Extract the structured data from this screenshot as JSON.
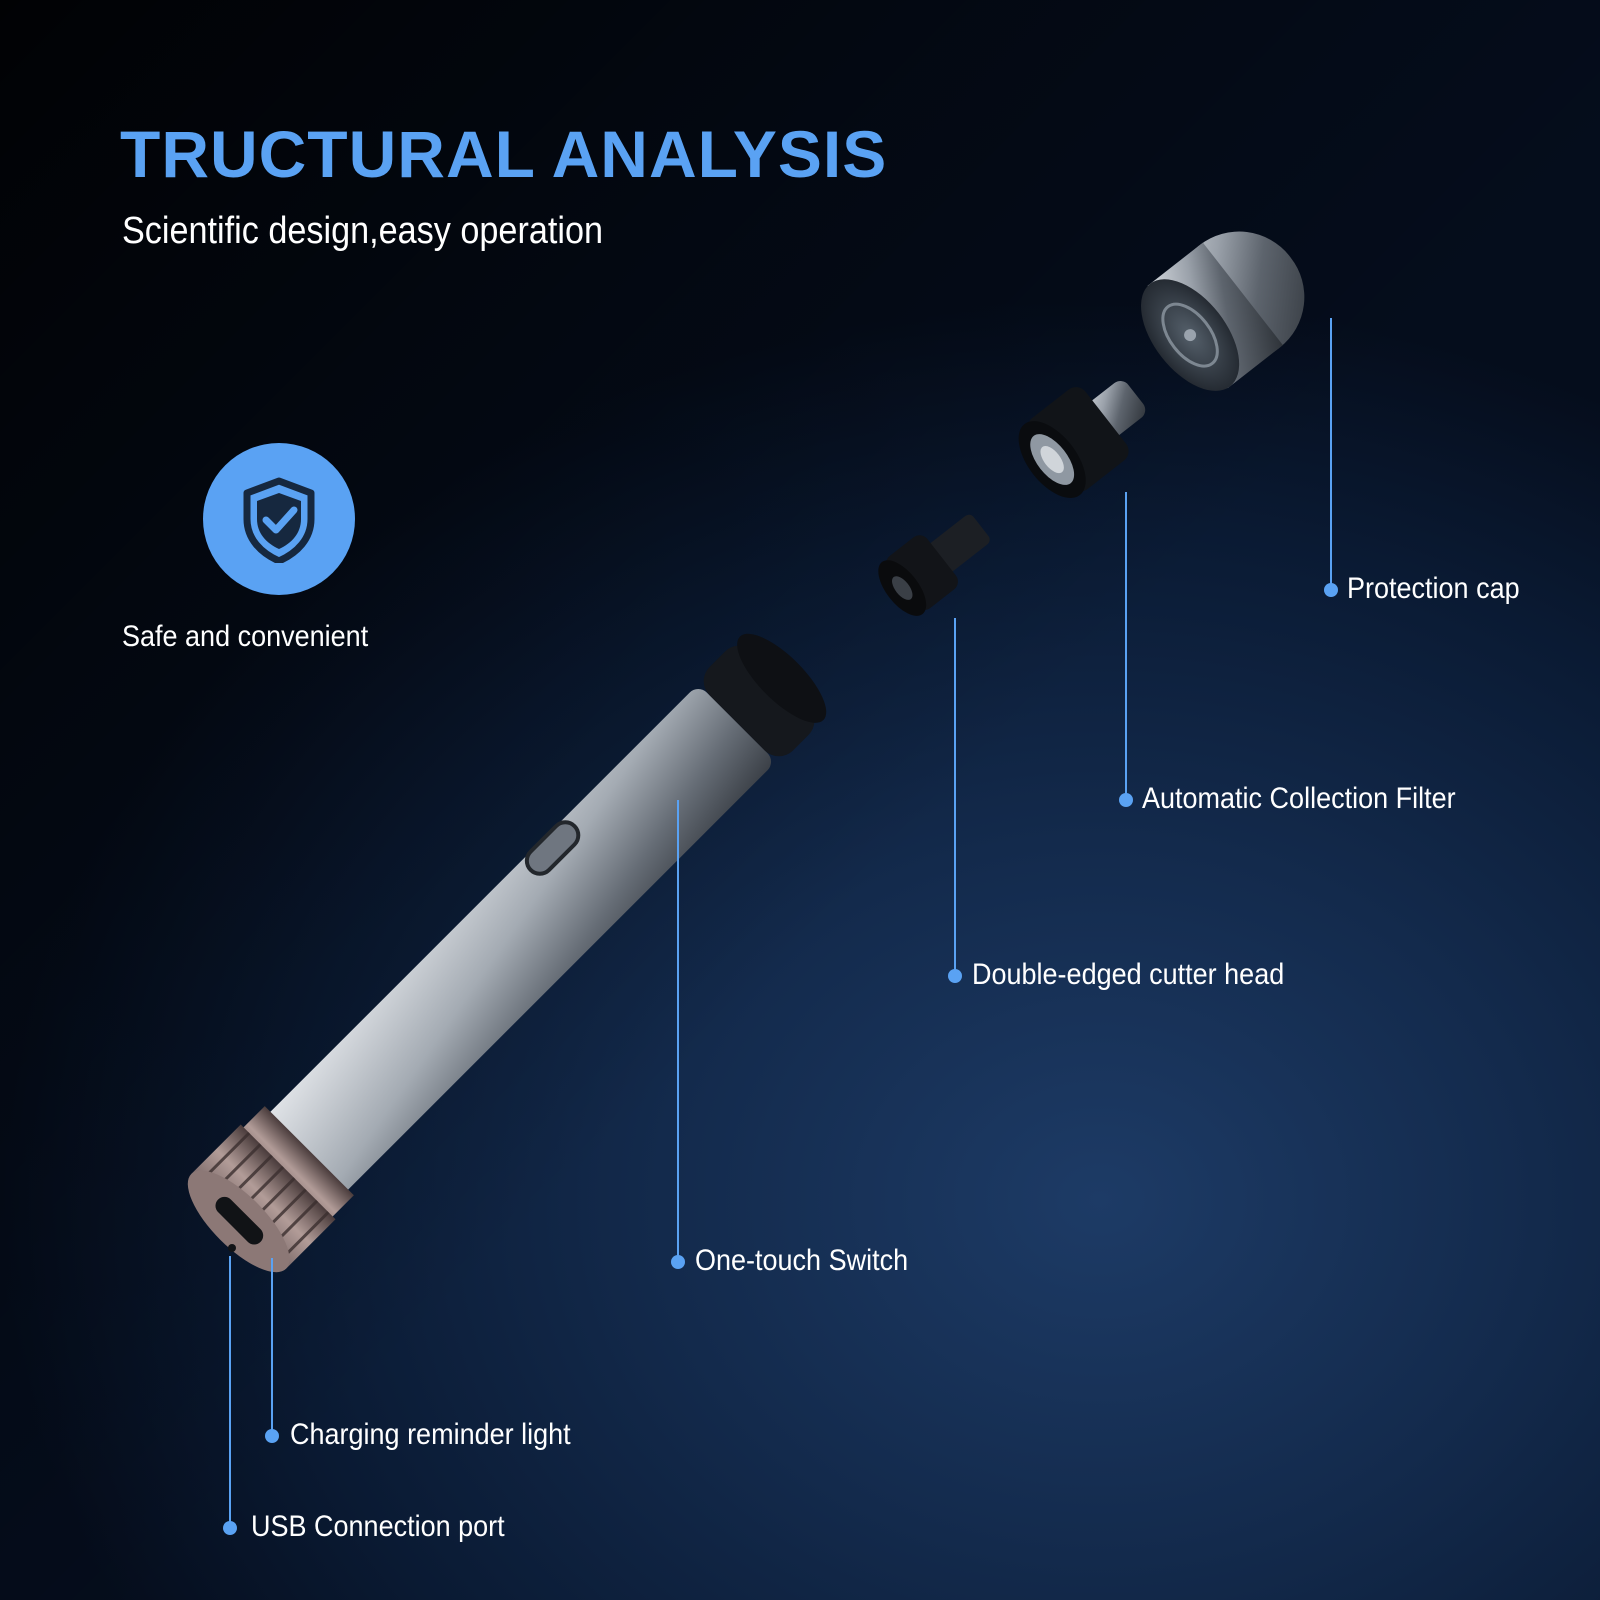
{
  "header": {
    "title": "TRUCTURAL ANALYSIS",
    "subtitle": "Scientific design,easy operation"
  },
  "feature": {
    "label": "Safe and convenient",
    "icon": "shield-check-icon"
  },
  "callouts": {
    "protection_cap": "Protection cap",
    "collection_filter": "Automatic Collection Filter",
    "cutter_head": "Double-edged cutter head",
    "switch": "One-touch Switch",
    "charging_light": "Charging reminder light",
    "usb_port": "USB Connection port"
  },
  "colors": {
    "accent": "#5aa2f3",
    "background": "#0b1b36",
    "text": "#ffffff"
  }
}
